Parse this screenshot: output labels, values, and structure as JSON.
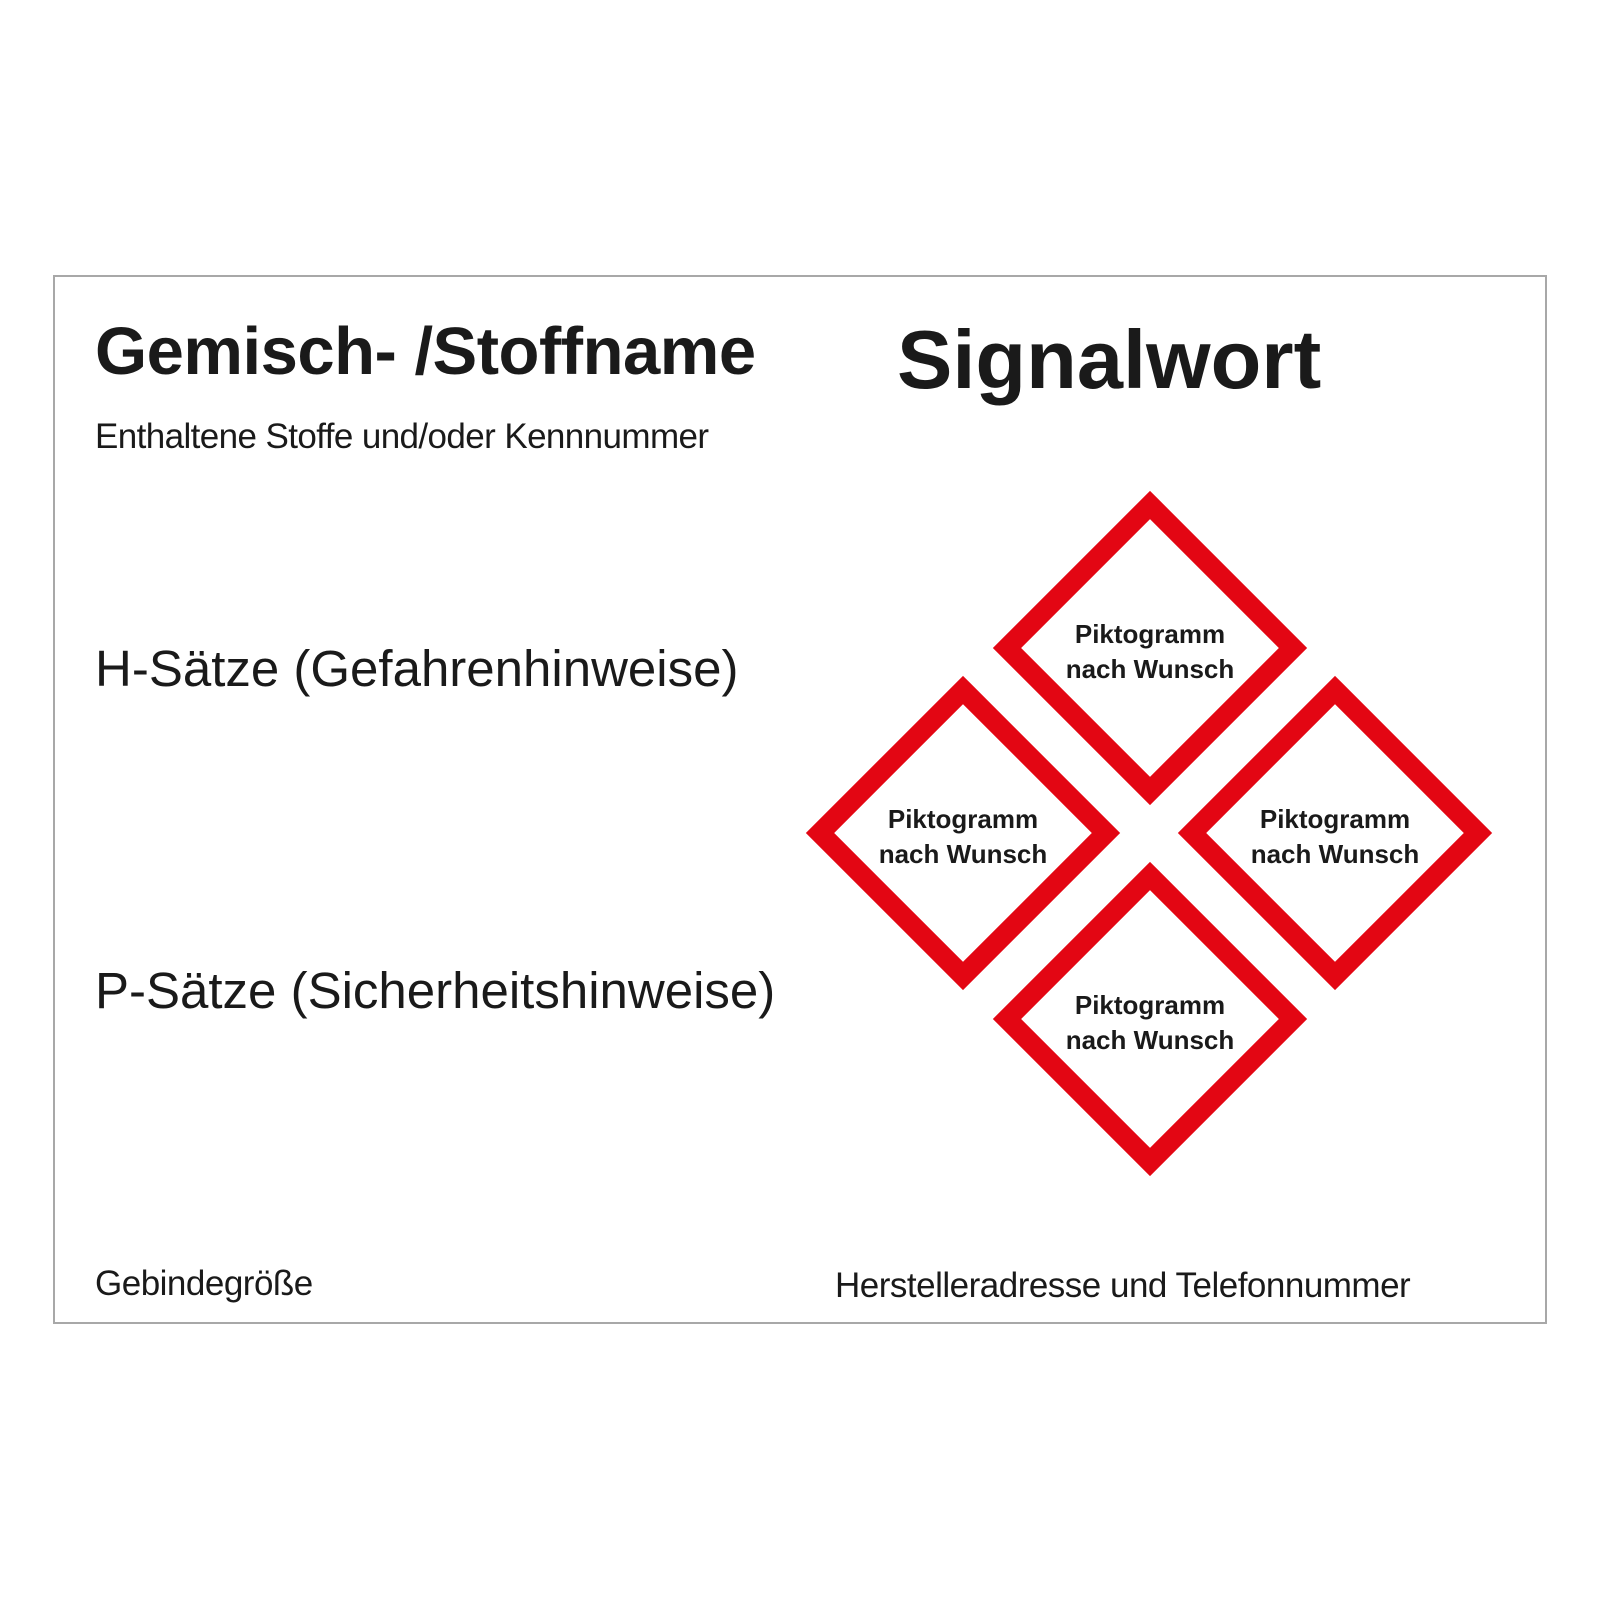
{
  "label": {
    "product_name": "Gemisch- /Stoffname",
    "ingredients": "Enthaltene Stoffe und/oder Kennnummer",
    "signal_word": "Signalwort",
    "hazard_statements": "H-Sätze (Gefahrenhinweise)",
    "precautionary_statements": "P-Sätze (Sicherheitshinweise)",
    "container_size": "Gebindegröße",
    "manufacturer": "Herstelleradresse und Telefonnummer"
  },
  "pictograms": [
    {
      "position": "top",
      "line1": "Piktogramm",
      "line2": "nach Wunsch"
    },
    {
      "position": "left",
      "line1": "Piktogramm",
      "line2": "nach Wunsch"
    },
    {
      "position": "right",
      "line1": "Piktogramm",
      "line2": "nach Wunsch"
    },
    {
      "position": "bottom",
      "line1": "Piktogramm",
      "line2": "nach Wunsch"
    }
  ],
  "colors": {
    "pictogram_border": "#e30613",
    "card_border": "#a8a8a8",
    "text": "#1a1a1a"
  }
}
